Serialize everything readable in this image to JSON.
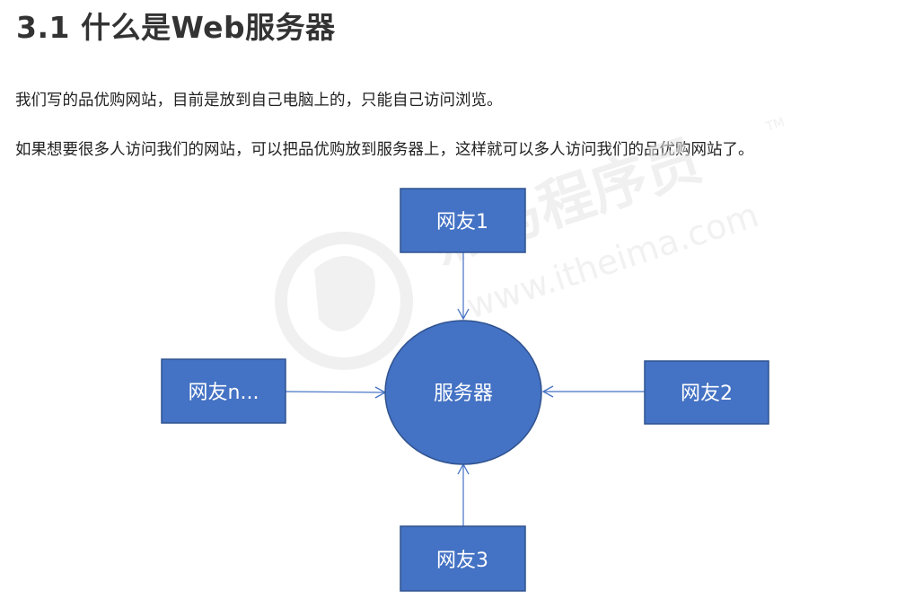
{
  "heading": "3.1 什么是Web服务器",
  "paragraphs": [
    "我们写的品优购网站，目前是放到自己电脑上的，只能自己访问浏览。",
    "如果想要很多人访问我们的网站，可以把品优购放到服务器上，这样就可以多人访问我们的品优购网站了。"
  ],
  "watermark": {
    "brand": "黑马程序员",
    "tm": "TM",
    "url": "www.itheima.com"
  },
  "diagram": {
    "server": "服务器",
    "users": {
      "top": "网友1",
      "right": "网友2",
      "bottom": "网友3",
      "left": "网友n..."
    }
  },
  "colors": {
    "node_fill": "#4472C4",
    "node_stroke": "#2F528F",
    "node_text": "#ffffff",
    "edge": "#4472C4",
    "watermark": "#d9d9d9"
  }
}
